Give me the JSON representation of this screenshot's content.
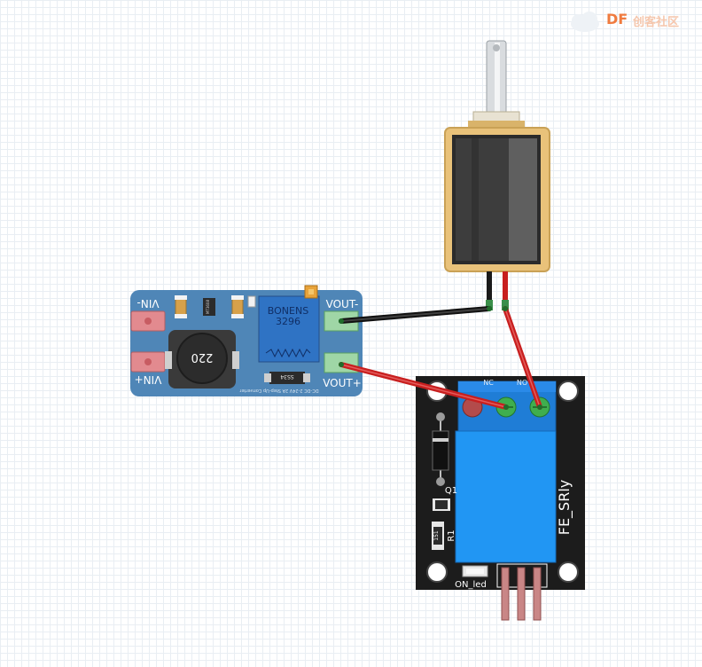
{
  "logo": {
    "text": "DF",
    "sub": "创客社区"
  },
  "boost": {
    "pin_vin_minus": "VIN-",
    "pin_vin_plus": "VIN+",
    "pin_vout_minus": "VOUT-",
    "pin_vout_plus": "VOUT+",
    "inductor": "220",
    "pot_brand": "BONENS",
    "pot_model": "3296",
    "diode": "SS34",
    "chip": "MT3608",
    "board_label": "DC-DC 2-24V 2A Step-Up Converter"
  },
  "relay": {
    "label": "FE_SRly",
    "nc": "NC",
    "no": "NO",
    "q1": "Q1",
    "r1": "R1",
    "r1_value": "151",
    "led": "ON_led",
    "pins": [
      "S",
      "+",
      "-"
    ]
  },
  "colors": {
    "board_blue": "#4f86b7",
    "relay_blue": "#2196f3",
    "wire_red": "#c81f1f",
    "wire_black": "#1a1a1a",
    "solenoid_gold": "#e9c27a"
  }
}
